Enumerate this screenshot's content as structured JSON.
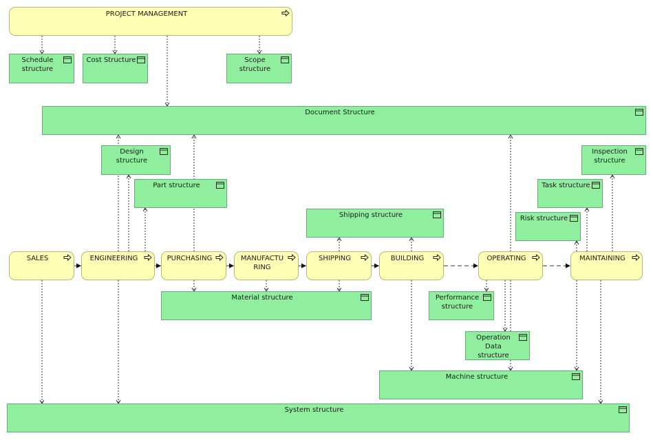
{
  "diagram": {
    "processes": [
      {
        "id": "project-management",
        "label": "PROJECT MANAGEMENT"
      },
      {
        "id": "sales",
        "label": "SALES"
      },
      {
        "id": "engineering",
        "label": "ENGINEERING"
      },
      {
        "id": "purchasing",
        "label": "PURCHASING"
      },
      {
        "id": "manufacturing",
        "label": "MANUFACTU RING"
      },
      {
        "id": "shipping",
        "label": "SHIPPING"
      },
      {
        "id": "building",
        "label": "BUILDING"
      },
      {
        "id": "operating",
        "label": "OPERATING"
      },
      {
        "id": "maintaining",
        "label": "MAINTAINING"
      }
    ],
    "data_objects": [
      {
        "id": "schedule-structure",
        "label": "Schedule structure"
      },
      {
        "id": "cost-structure",
        "label": "Cost Structure"
      },
      {
        "id": "scope-structure",
        "label": "Scope structure"
      },
      {
        "id": "document-structure",
        "label": "Document Structure"
      },
      {
        "id": "design-structure",
        "label": "Design structure"
      },
      {
        "id": "part-structure",
        "label": "Part structure"
      },
      {
        "id": "shipping-structure",
        "label": "Shipping structure"
      },
      {
        "id": "inspection-structure",
        "label": "Inspection structure"
      },
      {
        "id": "task-structure",
        "label": "Task structure"
      },
      {
        "id": "risk-structure",
        "label": "Risk structure"
      },
      {
        "id": "material-structure",
        "label": "Material structure"
      },
      {
        "id": "performance-structure",
        "label": "Performance structure"
      },
      {
        "id": "operation-data-structure",
        "label": "Operation Data structure"
      },
      {
        "id": "machine-structure",
        "label": "Machine structure"
      },
      {
        "id": "system-structure",
        "label": "System structure"
      }
    ],
    "flows": [
      {
        "from": "sales",
        "to": "engineering",
        "style": "solid"
      },
      {
        "from": "engineering",
        "to": "purchasing",
        "style": "solid"
      },
      {
        "from": "purchasing",
        "to": "manufacturing",
        "style": "solid"
      },
      {
        "from": "manufacturing",
        "to": "shipping",
        "style": "solid"
      },
      {
        "from": "shipping",
        "to": "building",
        "style": "solid"
      },
      {
        "from": "building",
        "to": "operating",
        "style": "dashed"
      },
      {
        "from": "operating",
        "to": "maintaining",
        "style": "dashed"
      }
    ],
    "colors": {
      "process_fill": "#ffffb5",
      "process_border": "#b6b67a",
      "data_fill": "#90ef9f",
      "data_border": "#6aa978",
      "line": "#333333"
    }
  }
}
